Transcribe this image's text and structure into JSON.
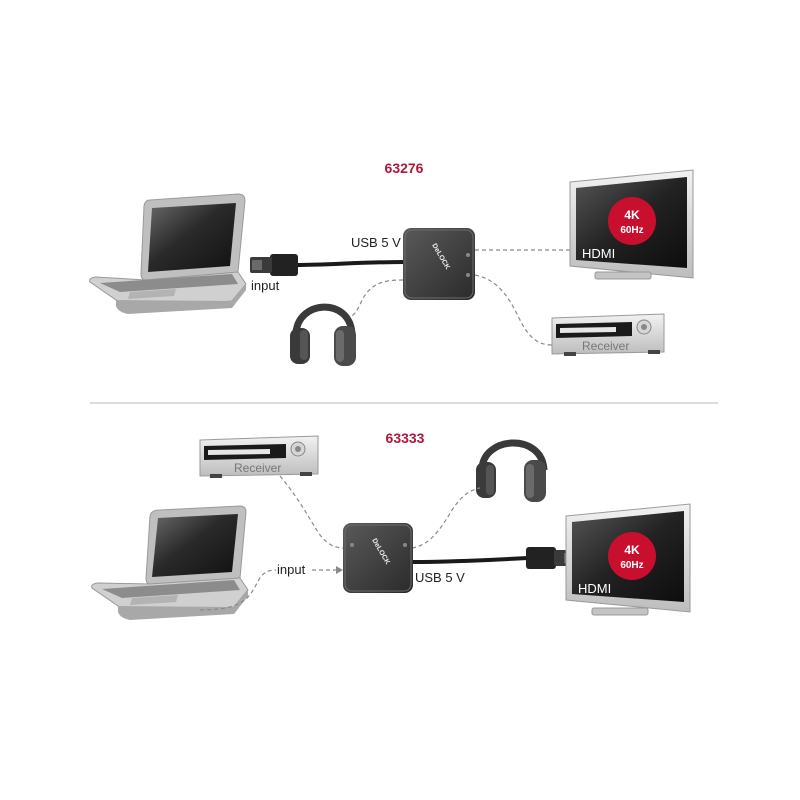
{
  "sections": [
    {
      "model": "63276",
      "usb_label": "USB 5 V",
      "input_label": "input",
      "tv": {
        "badge_line1": "4K",
        "badge_line2": "60Hz",
        "port_label": "HDMI"
      },
      "receiver_label": "Receiver",
      "device_brand": "DeLOCK"
    },
    {
      "model": "63333",
      "usb_label": "USB 5 V",
      "input_label": "input",
      "tv": {
        "badge_line1": "4K",
        "badge_line2": "60Hz",
        "port_label": "HDMI"
      },
      "receiver_label": "Receiver",
      "device_brand": "DeLOCK"
    }
  ],
  "colors": {
    "model_number": "#b0173a",
    "badge": "#c8102e",
    "device_body": "#3a3a3a",
    "cable": "#1a1a1a",
    "dashed_line": "#8a8a8a",
    "divider": "#bbbbbb"
  }
}
